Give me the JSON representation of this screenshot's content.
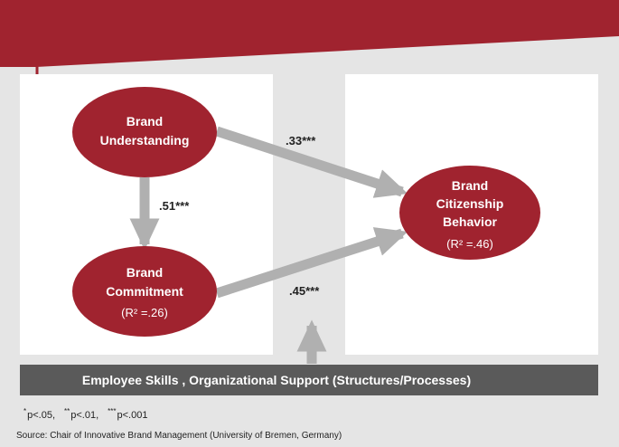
{
  "colors": {
    "brand_red": "#a0232f",
    "background": "#e5e5e5",
    "panel": "#ffffff",
    "arrow": "#b0b0b0",
    "bar": "#5a5a5a"
  },
  "nodes": {
    "understanding": {
      "line1": "Brand",
      "line2": "Understanding"
    },
    "commitment": {
      "line1": "Brand",
      "line2": "Commitment",
      "r2": "(R² =.26)"
    },
    "citizenship": {
      "line1": "Brand",
      "line2": "Citizenship",
      "line3": "Behavior",
      "r2": "(R² =.46)"
    }
  },
  "paths": {
    "understanding_to_citizenship": ".33***",
    "understanding_to_commitment": ".51***",
    "commitment_to_citizenship": ".45***"
  },
  "moderator_bar": {
    "label": "Employee Skills , Organizational Support (Structures/Processes)"
  },
  "footnote": {
    "sig1_mark": "*",
    "sig1_text": "p<.05,",
    "sig2_mark": "**",
    "sig2_text": "p<.01,",
    "sig3_mark": "***",
    "sig3_text": "p<.001"
  },
  "source": "Source: Chair of Innovative Brand Management (University of Bremen, Germany)"
}
